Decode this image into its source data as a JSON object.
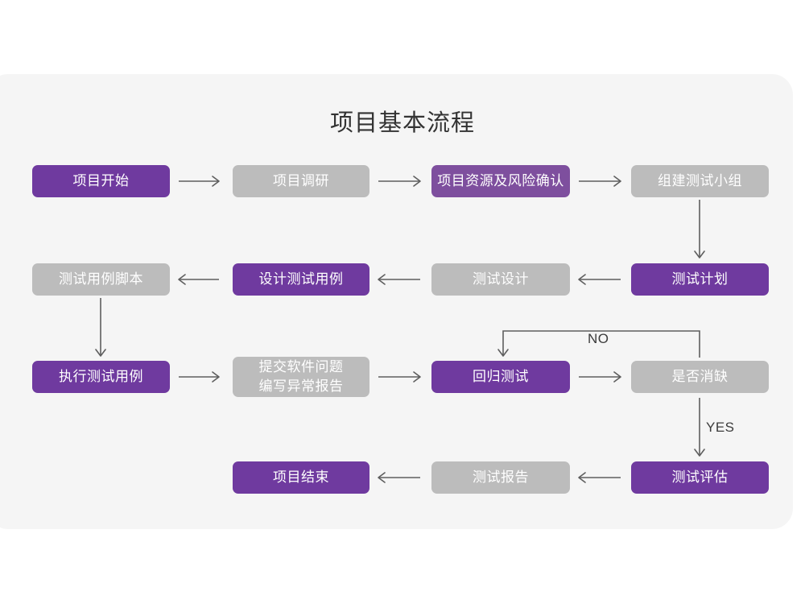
{
  "page": {
    "title": "项目基本流程",
    "background_color": "#ffffff",
    "card_color": "#f5f5f5",
    "accent_purple": "#6f3a9f",
    "accent_purple_soft": "#7e4f9e",
    "muted_gray": "#bcbcbc",
    "arrow_color": "#5e5e5e"
  },
  "nodes": {
    "n1": {
      "label": "项目开始",
      "style": "purple"
    },
    "n2": {
      "label": "项目调研",
      "style": "gray"
    },
    "n3": {
      "label": "项目资源及风险确认",
      "style": "purple2"
    },
    "n4": {
      "label": "组建测试小组",
      "style": "gray"
    },
    "n5": {
      "label": "测试计划",
      "style": "purple"
    },
    "n6": {
      "label": "测试设计",
      "style": "gray"
    },
    "n7": {
      "label": "设计测试用例",
      "style": "purple"
    },
    "n8": {
      "label": "测试用例脚本",
      "style": "gray"
    },
    "n9": {
      "label": "执行测试用例",
      "style": "purple"
    },
    "n10": {
      "label": "提交软件问题\n编写异常报告",
      "style": "gray"
    },
    "n11": {
      "label": "回归测试",
      "style": "purple"
    },
    "n12": {
      "label": "是否消缺",
      "style": "gray"
    },
    "n13": {
      "label": "测试评估",
      "style": "purple"
    },
    "n14": {
      "label": "测试报告",
      "style": "gray"
    },
    "n15": {
      "label": "项目结束",
      "style": "purple"
    }
  },
  "edge_labels": {
    "no": "NO",
    "yes": "YES"
  }
}
